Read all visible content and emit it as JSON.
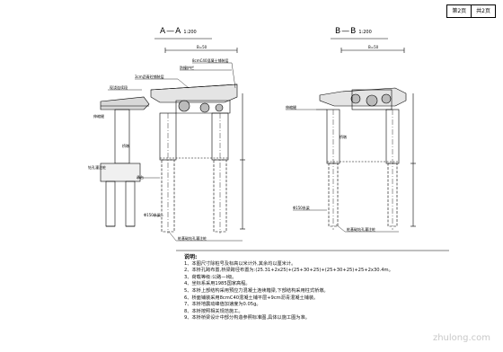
{
  "header": {
    "page_no": "第2页",
    "page_total": "共2页"
  },
  "sections": [
    {
      "title": "A—A",
      "scale": "1:200",
      "labels": [
        {
          "text": "B=50"
        },
        {
          "text": "3cm沥青砼铺装层"
        },
        {
          "text": "8cmC40混凝土铺装层"
        },
        {
          "text": "防撞护栏"
        },
        {
          "text": "现浇连续段"
        },
        {
          "text": "伸缩缝"
        },
        {
          "text": "桥墩"
        },
        {
          "text": "钻孔灌注桩"
        },
        {
          "text": "Φ150系梁"
        },
        {
          "text": "承台"
        },
        {
          "text": "桩基础钻孔灌注桩"
        }
      ]
    },
    {
      "title": "B—B",
      "scale": "1:200",
      "labels": [
        {
          "text": "B=50"
        },
        {
          "text": "伸缩缝"
        },
        {
          "text": "桥墩"
        },
        {
          "text": "Φ150系梁"
        },
        {
          "text": "桩基础钻孔灌注桩"
        }
      ]
    }
  ],
  "notes": {
    "heading": "说明:",
    "items": [
      "1、本图尺寸除桩号及标高以米计外,其余均以厘米计。",
      "2、本桥孔跨布置,桥梁跨径布置为:(25.31+2x25)+(25+30+25)+(25+30+25)+25+2x30.4m。",
      "3、荷载等级:公路—I级。",
      "4、坐标系采用1985国家高程。",
      "5、本桥上部结构采用预应力混凝土连续箱梁,下部结构采用柱式桥墩。",
      "6、桥面铺装采用8cmC40混凝土铺平层+9cm沥青混凝土铺装。",
      "7、本桥地震动峰值加速度为0.05g。",
      "8、本桥按照相关规范施工。",
      "9、本桥桥梁设计中部分构造参照标准图,具体以施工图为准。"
    ]
  },
  "watermark": "zhulong.com"
}
